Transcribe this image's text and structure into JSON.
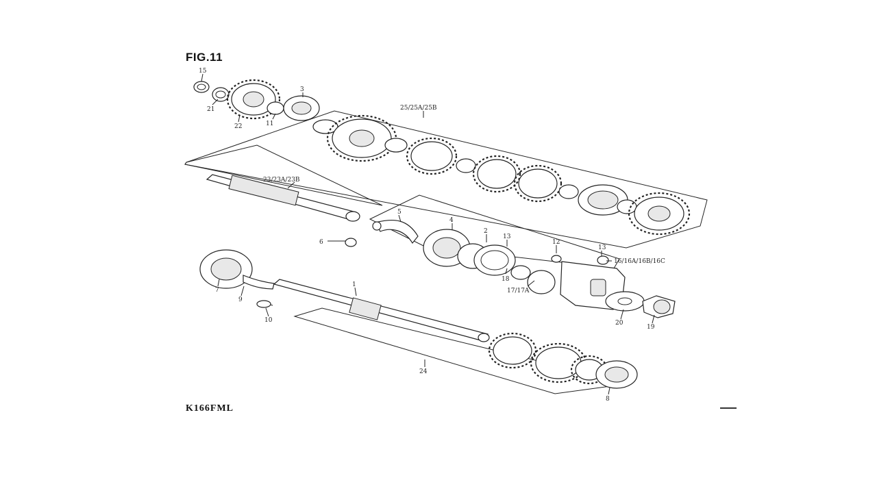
{
  "figure": {
    "title": "FIG.11",
    "model": "K166FML"
  },
  "callouts": {
    "c15": "15",
    "c21": "21",
    "c22": "22",
    "c11": "11",
    "c3": "3",
    "c25": "25/25A/25B",
    "c23": "23/23A/23B",
    "c5": "5",
    "c6": "6",
    "c4": "4",
    "c2": "2",
    "c13a": "13",
    "c18": "18",
    "c12": "12",
    "c13b": "13",
    "c16": "16/16A/16B/16C",
    "c17": "17/17A",
    "c20": "20",
    "c19": "19",
    "c7": "7",
    "c9": "9",
    "c10": "10",
    "c1": "1",
    "c24": "24",
    "c8": "8"
  }
}
